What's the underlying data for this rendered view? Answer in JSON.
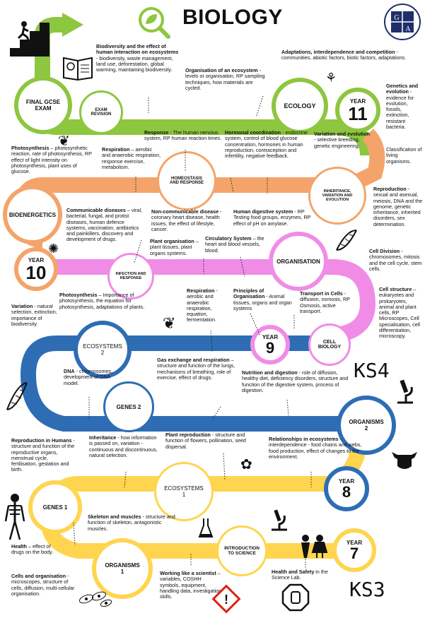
{
  "title": "BIOLOGY",
  "logo_letters": [
    "G",
    "A"
  ],
  "key_stages": {
    "ks4": "KS4",
    "ks3": "KS3"
  },
  "colors": {
    "green": "#8DC63F",
    "orange": "#F4A46A",
    "pink": "#F08CE6",
    "blue": "#2E6DB4",
    "yellow": "#FFD54F"
  },
  "circles": {
    "final_exam": "FINAL GCSE EXAM",
    "exam_revision": "EXAM REVISION",
    "ecology": "ECOLOGY",
    "homeostasis": "HOMEOSTASIS AND RESPONSE",
    "inheritance": "INHERITANCE, VARIATION AND EVOLUTION",
    "bioenergetics": "BIOENERGETICS",
    "infection": "INFECTION AND RESPONSE",
    "organisation": "ORGANISATION",
    "cell_biology": "CELL BIOLOGY",
    "ecosystems2": "ECOSYSTEMS 2",
    "genes2": "GENES 2",
    "organisms2": "ORGANISMS 2",
    "ecosystems1": "ECOSYSTEMS 1",
    "genes1": "GENES 1",
    "organisms1": "ORGANISMS 1",
    "intro_science": "INTRODUCTION TO SCIENCE"
  },
  "years": {
    "label": "YEAR",
    "y11": "11",
    "y10": "10",
    "y9": "9",
    "y8": "8",
    "y7": "7"
  },
  "topics": {
    "biodiversity": {
      "title": "Biodiversity and the effect of human interaction on ecosystems",
      "body": " - biodiversity, waste management, land use, deforestation, global warming, maintaining biodiversity."
    },
    "org_ecosystem": {
      "title": "Organisation of an ecosystem",
      "body": " - levels or organisation, RP sampling techniques, how materials are cycled."
    },
    "adaptations": {
      "title": "Adaptations, interdependence and competition",
      "body": " - communities, abiotic factors, biotic factors, adaptations."
    },
    "genetics_evolution": {
      "title": "Genetics and evolution",
      "body": " - evidence for evolution, fossils, extinction, resistant bacteria."
    },
    "variation_evolution": {
      "title": "Variation and evolution",
      "body": " - selective breeding, genetic engineering."
    },
    "classification": {
      "title": "",
      "body": "Classification of living organisms."
    },
    "response": {
      "title": "Response",
      "body": " - The human nervous system, RP human reaction times."
    },
    "hormonal": {
      "title": "Hormonal coordination",
      "body": " - endocrine system, control of blood glucose concentration, hormones in human reproduction, contraception and infertility, negative feedback."
    },
    "photosynthesis_ks4": {
      "title": "Photosynthesis",
      "body": " – photosynthetic reaction, rate of photosynthesis, RP effect of light intensity on photosynthesis, plant uses of glucose."
    },
    "respiration_ks4": {
      "title": "Respiration",
      "body": " – aerobic and anaerobic respiration, response exercise, metabolism."
    },
    "reproduction_ks4": {
      "title": "Reproduction",
      "body": " - sexual and asexual, meiosis, DNA and the genome, genetic inheritance, inherited disorders, sex determination."
    },
    "communicable": {
      "title": "Communicable diseases",
      "body": " – viral, bacterial, fungal, and protist diseases, human defence systems, vaccination, antibiotics and painkillers, discovery and development of drugs."
    },
    "non_communicable": {
      "title": "Non-communicable disease",
      "body": " - coronary heart disease, health issues, the effect of lifestyle, cancer."
    },
    "digestive": {
      "title": "Human digestive system",
      "body": " - RP Testing food groups, enzymes, RP effect of pH on amylase."
    },
    "plant_org": {
      "title": "Plant organisation",
      "body": " – plant tissues, plant organs systems."
    },
    "circulatory": {
      "title": "Circulatory System",
      "body": " – the heart and blood vessels, blood."
    },
    "cell_division": {
      "title": "Cell Division",
      "body": " - chromosomes, mitosis and the cell cycle, stem cells."
    },
    "variation_ks3": {
      "title": "Variation",
      "body": " - natural selection, extinction, importance of biodiversity."
    },
    "photosynthesis_ks3": {
      "title": "Photosynthesis",
      "body": " – Importance of photosynthesis, the equation for photosynthesis, adaptations of plants."
    },
    "respiration_ks3": {
      "title": "Respiration",
      "body": " - aerobic and anaerobic respiration, equation, fermentation."
    },
    "principles_org": {
      "title": "Principles of Organisation",
      "body": " - Animal tissues, organs and organ systems"
    },
    "transport": {
      "title": "Transport in Cells",
      "body": " - diffusion, osmosis, RP Osmosis, active transport."
    },
    "cell_structure": {
      "title": "Cell structure",
      "body": " – eukaryotes and prokaryotes, animal and plant cells, RP Microscopes, Cell specialisation, cell differentiation, microscopy."
    },
    "dna": {
      "title": "DNA",
      "body": " - chromosomes, development of DNA model."
    },
    "gas_exchange": {
      "title": "Gas exchange and respiration",
      "body": " – structure and function of the lungs, mechanisms of breathing, role of exercise, effect of drugs."
    },
    "nutrition": {
      "title": "Nutrition and digestion",
      "body": " - role of diffusion, healthy diet, deficiency disorders, structure and function of the digestive system, process of digestion."
    },
    "reproduction_humans": {
      "title": "Reproduction in Humans",
      "body": " - structure and function of the reproductive organs, menstrual cycle, fertilisation, gestation and birth."
    },
    "inheritance_ks3": {
      "title": "Inheritance",
      "body": " - how information is passed on, variation - continuous and discontinuous, natural selection."
    },
    "plant_reproduction": {
      "title": "Plant reproduction",
      "body": " - structure and function of flowers, pollination, seed dispersal."
    },
    "relationships": {
      "title": "Relationships in ecosystems",
      "body": " - interdependence - food chains and webs, food production, effect of changes to the environment."
    },
    "skeleton": {
      "title": "Skeleton and muscles",
      "body": " - structure and function of skeleton, antagonistic muscles."
    },
    "health": {
      "title": "Health",
      "body": " – effect of drugs on the body."
    },
    "cells_org": {
      "title": "Cells and organisation",
      "body": " - microscopes, structure of cells, diffusion, multi-cellular organisation."
    },
    "working_scientist": {
      "title": "Working like a scientist",
      "body": " – variables, COSHH symbols, equipment, handling data, investigation skills."
    },
    "health_safety": {
      "title": "Health and Safety",
      "body": " in the Science Lab."
    }
  },
  "icons": [
    "stairs-climber-icon",
    "leaf-magnifier-icon",
    "book-icon",
    "plant-icon",
    "wheat-icon",
    "virus-icon",
    "dna-icon",
    "microscope-icon",
    "cow-icon",
    "skeleton-icon",
    "flask-icon",
    "flower-icon",
    "children-icon",
    "hazard-icon",
    "stop-hand-icon",
    "cells-icon"
  ]
}
